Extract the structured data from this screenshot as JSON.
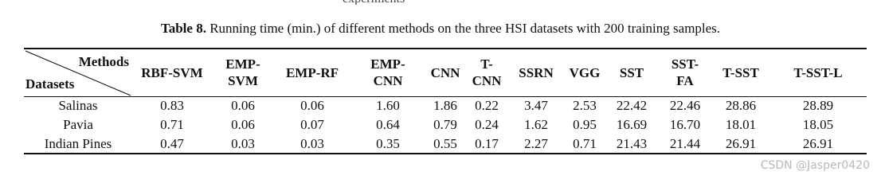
{
  "caption": {
    "label": "Table 8.",
    "text": " Running time (min.) of different methods on the three HSI datasets with 200 training samples."
  },
  "header": {
    "corner_methods": "Methods",
    "corner_datasets": "Datasets",
    "columns": [
      "RBF-SVM",
      "EMP-\nSVM",
      "EMP-RF",
      "EMP-\nCNN",
      "CNN",
      "T-\nCNN",
      "SSRN",
      "VGG",
      "SST",
      "SST-\nFA",
      "T-SST",
      "T-SST-L"
    ]
  },
  "rows": [
    {
      "dataset": "Salinas",
      "values": [
        "0.83",
        "0.06",
        "0.06",
        "1.60",
        "1.86",
        "0.22",
        "3.47",
        "2.53",
        "22.42",
        "22.46",
        "28.86",
        "28.89"
      ]
    },
    {
      "dataset": "Pavia",
      "values": [
        "0.71",
        "0.06",
        "0.07",
        "0.64",
        "0.79",
        "0.24",
        "1.62",
        "0.95",
        "16.69",
        "16.70",
        "18.01",
        "18.05"
      ]
    },
    {
      "dataset": "Indian Pines",
      "values": [
        "0.47",
        "0.03",
        "0.03",
        "0.35",
        "0.55",
        "0.17",
        "2.27",
        "0.71",
        "21.43",
        "21.44",
        "26.91",
        "26.91"
      ]
    }
  ],
  "watermark": "CSDN @Jasper0420"
}
